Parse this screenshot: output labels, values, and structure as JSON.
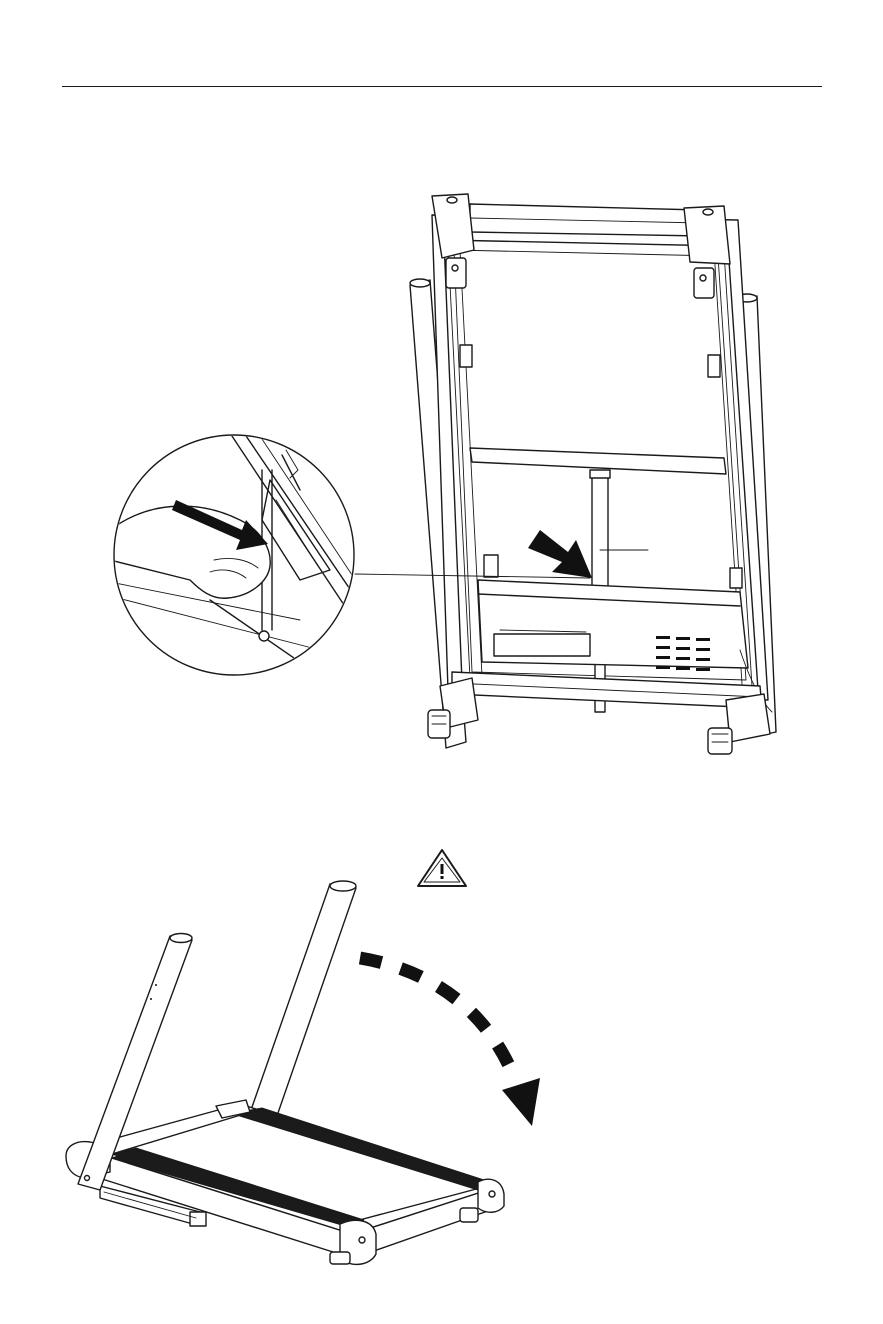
{
  "document": {
    "page_width": "883",
    "page_height": "1324"
  },
  "figures": {
    "figure1": {
      "subject": "folded-treadmill-rear-view",
      "callout": "gas-strut-release-detail"
    },
    "figure2": {
      "subject": "treadmill-lowering",
      "warning_icon": "warning-triangle-icon"
    }
  },
  "colors": {
    "line": "#1a1a1a",
    "fill": "#ffffff",
    "belt": "#1b1b1b"
  }
}
